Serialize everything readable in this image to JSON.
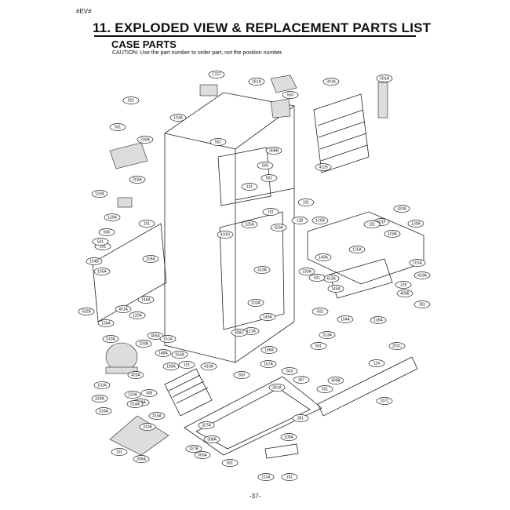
{
  "header": {
    "tag": "#EV#",
    "title": "11. EXPLODED VIEW & REPLACEMENT PARTS LIST",
    "subtitle": "CASE PARTS",
    "caution": "CAUTION: Use the part number to order part, not the position number."
  },
  "footer": {
    "page_number": "-37-"
  },
  "part_labels": [
    "175T",
    "281A",
    "301A",
    "501A",
    "501",
    "503",
    "103A",
    "308B",
    "411B",
    "320A",
    "501",
    "501",
    "500",
    "501",
    "501F",
    "230A",
    "203A",
    "101",
    "101",
    "120A",
    "101",
    "128",
    "120B",
    "101",
    "103A",
    "130A",
    "120A",
    "101",
    "410G",
    "506",
    "125A",
    "101",
    "320A",
    "140A",
    "125A",
    "101A",
    "410A",
    "410A",
    "230A",
    "413A",
    "501",
    "145A",
    "128",
    "409B",
    "301",
    "146A",
    "103A",
    "502B",
    "502",
    "401A",
    "120A",
    "149A",
    "104A",
    "135A",
    "136A",
    "121A",
    "409C",
    "313A",
    "405A",
    "151A",
    "310A",
    "501",
    "220B",
    "124",
    "106A",
    "202C",
    "165A",
    "148A",
    "101",
    "150A",
    "167A",
    "410A",
    "503",
    "420A",
    "303",
    "409B",
    "101A",
    "501",
    "301A",
    "307",
    "107C",
    "308",
    "120A",
    "328A",
    "318A",
    "316A",
    "315A",
    "310A",
    "314A",
    "301",
    "327A",
    "327B",
    "501",
    "308A",
    "303A",
    "306A",
    "101",
    "106A",
    "111A",
    "101",
    "104B",
    "105A",
    "105A",
    "501",
    "501",
    "501"
  ]
}
